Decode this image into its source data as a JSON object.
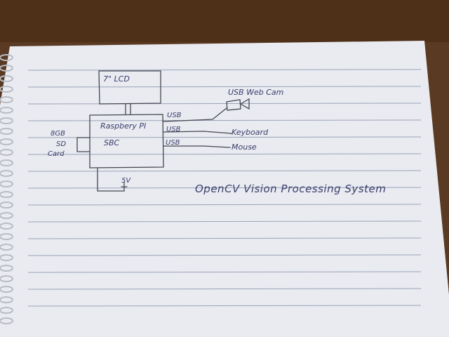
{
  "colors": {
    "table": "#5a3a22",
    "paper": "#e9ebf1",
    "rule_line": "#9aa3b6",
    "spiral": "#b9bcc4",
    "ink_pencil": "#454752",
    "ink_blue": "#3b3d6b"
  },
  "diagram": {
    "display_label": "7\" LCD",
    "sbc_label_line1": "Raspbery PI",
    "sbc_label_line2": "SBC",
    "sd_card_label_line1": "8GB",
    "sd_card_label_line2": "SD",
    "sd_card_label_line3": "Card",
    "power_label": "5V",
    "usb_label_1": "USB",
    "usb_label_2": "USB",
    "usb_label_3": "USB",
    "webcam_label": "USB Web Cam",
    "keyboard_label": "Keyboard",
    "mouse_label": "Mouse",
    "title": "OpenCV Vision Processing System"
  }
}
